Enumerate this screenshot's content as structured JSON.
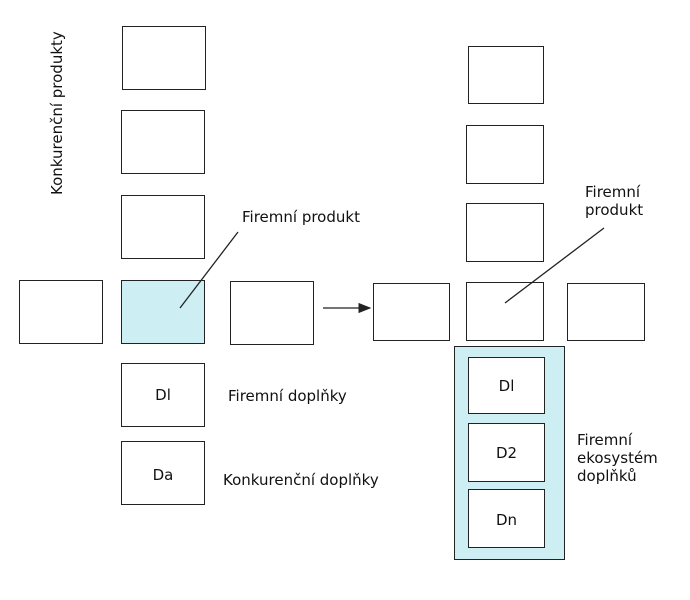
{
  "left": {
    "vertical_label": "Konkurenční produkty",
    "product_label": "Firemní produkt",
    "complement_1": "Dl",
    "complement_2": "Da",
    "complement_1_label": "Firemní doplňky",
    "complement_2_label": "Konkurenční doplňky"
  },
  "right": {
    "product_label_line1": "Firemní",
    "product_label_line2": "produkt",
    "eco_items": [
      "Dl",
      "D2",
      "Dn"
    ],
    "eco_label_line1": "Firemní",
    "eco_label_line2": "ekosystém",
    "eco_label_line3": "doplňků"
  },
  "colors": {
    "highlight": "#cdeef2",
    "line": "#222222"
  }
}
